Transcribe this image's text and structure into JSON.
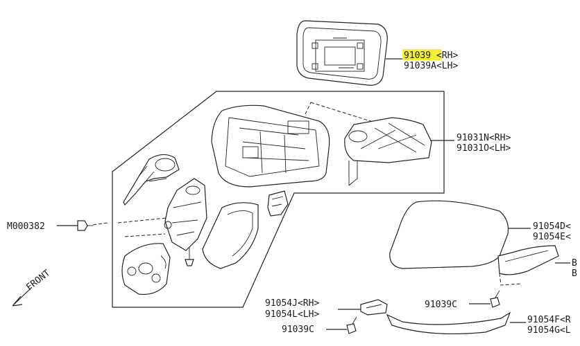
{
  "highlight_color": "#f2ee3a",
  "front_label": "FRONT",
  "labels": {
    "glass_rh": "91039  <RH>",
    "glass_lh": "91039A<LH>",
    "body_rh": "91031N<RH>",
    "body_lh": "91031O<LH>",
    "screw_left": "M000382",
    "cover_rh": "91054D<",
    "cover_lh": "91054E<",
    "trim_a": "B",
    "trim_b": "B",
    "screw_right": "91039C",
    "clip_rh": "91054J<RH>",
    "clip_lh": "91054L<LH>",
    "screw_bottom": "91039C",
    "lower_rh": "91054F<R",
    "lower_lh": "91054G<L"
  }
}
